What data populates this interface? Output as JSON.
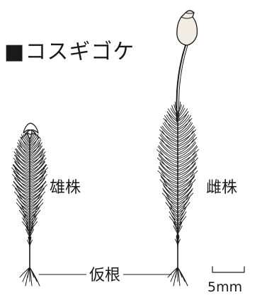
{
  "title": "■コスギゴケ",
  "labels": {
    "male": "雄株",
    "female": "雌株",
    "rhizoid": "仮根",
    "scale": "5mm"
  },
  "colors": {
    "ink": "#1a1a1a",
    "capsule_fill": "#f2ede4"
  }
}
